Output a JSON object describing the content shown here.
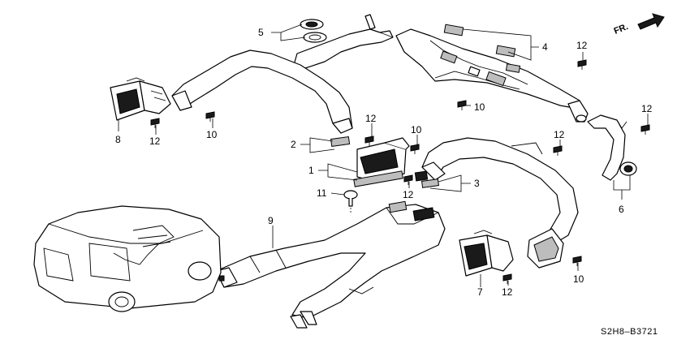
{
  "diagram": {
    "callouts": [
      {
        "id": "c5",
        "text": "5"
      },
      {
        "id": "c4",
        "text": "4"
      },
      {
        "id": "c12a",
        "text": "12"
      },
      {
        "id": "c12b",
        "text": "12"
      },
      {
        "id": "c8",
        "text": "8"
      },
      {
        "id": "c12c",
        "text": "12"
      },
      {
        "id": "c10a",
        "text": "10"
      },
      {
        "id": "c10b",
        "text": "10"
      },
      {
        "id": "c12d",
        "text": "12"
      },
      {
        "id": "c2",
        "text": "2"
      },
      {
        "id": "c10c",
        "text": "10"
      },
      {
        "id": "c12e",
        "text": "12"
      },
      {
        "id": "c1",
        "text": "1"
      },
      {
        "id": "c12f",
        "text": "12"
      },
      {
        "id": "c3",
        "text": "3"
      },
      {
        "id": "c11",
        "text": "11"
      },
      {
        "id": "c6",
        "text": "6"
      },
      {
        "id": "c9",
        "text": "9"
      },
      {
        "id": "c12g",
        "text": "12"
      },
      {
        "id": "c7",
        "text": "7"
      },
      {
        "id": "c12h",
        "text": "12"
      },
      {
        "id": "c10d",
        "text": "10"
      }
    ],
    "direction_label": "FR.",
    "diagram_code": "S2H8–B3721"
  }
}
